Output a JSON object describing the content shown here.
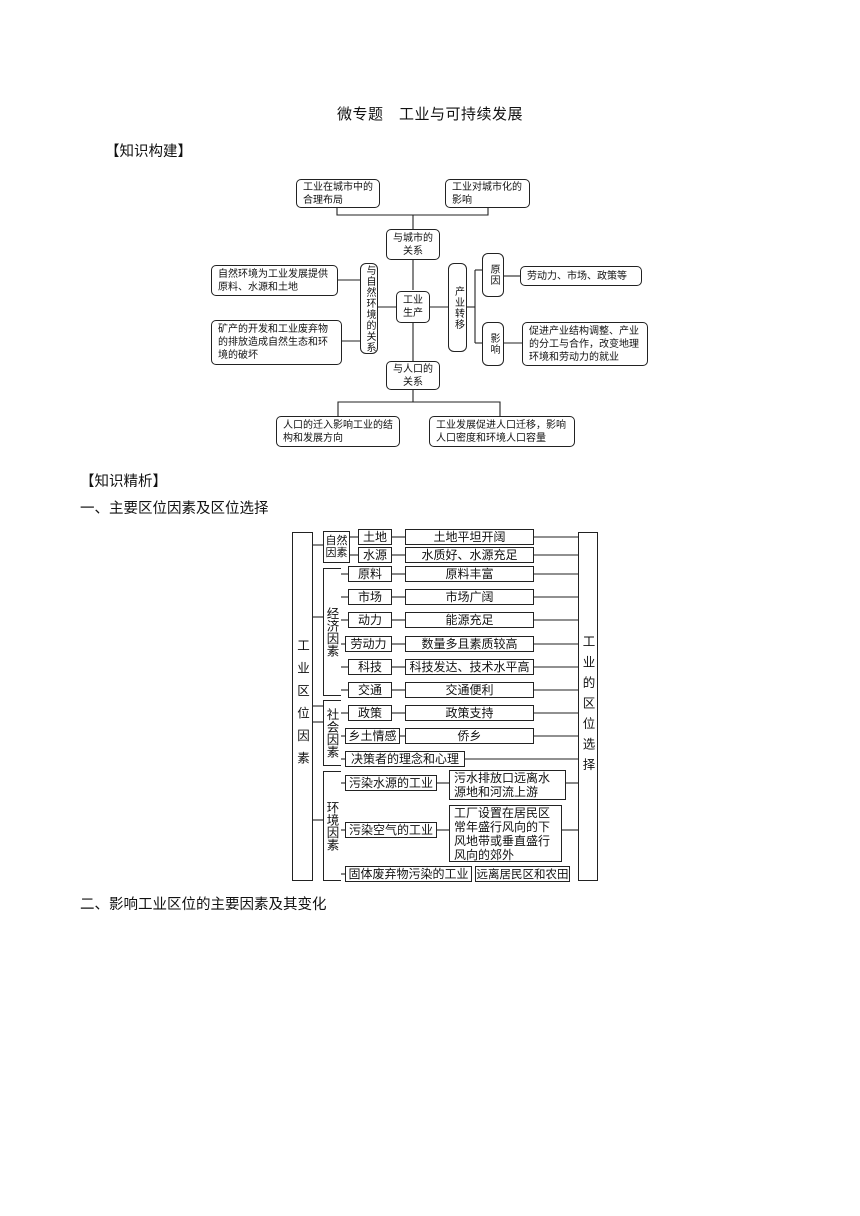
{
  "title": "微专题　工业与可持续发展",
  "section_knowledge_build": "【知识构建】",
  "section_knowledge_analysis": "【知识精析】",
  "heading_1": "一、主要区位因素及区位选择",
  "heading_2": "二、影响工业区位的主要因素及其变化",
  "mindmap": {
    "center": "工业生产",
    "city_relation": "与城市的关系",
    "city_layout": "工业在城市中的合理布局",
    "city_urbanization": "工业对城市化的影响",
    "nature_relation": "与自然环境的关系",
    "nature_supply": "自然环境为工业发展提供原料、水源和土地",
    "nature_damage": "矿产的开发和工业废弃物的排放造成自然生态和环境的破坏",
    "transfer": "产业转移",
    "cause": "原因",
    "cause_detail": "劳动力、市场、政策等",
    "effect": "影响",
    "effect_detail": "促进产业结构调整、产业的分工与合作，改变地理环境和劳动力的就业",
    "population_relation": "与人口的关系",
    "pop_migration": "人口的迁入影响工业的结构和发展方向",
    "pop_density": "工业发展促进人口迁移，影响人口密度和环境人口容量"
  },
  "factors": {
    "left_title": "工业区位因素",
    "right_title": "工业的区位选择",
    "natural_group": "自然因素",
    "land": "土地",
    "land_detail": "土地平坦开阔",
    "water": "水源",
    "water_detail": "水质好、水源充足",
    "economic_group": "经济因素",
    "raw": "原料",
    "raw_detail": "原料丰富",
    "market": "市场",
    "market_detail": "市场广阔",
    "power": "动力",
    "power_detail": "能源充足",
    "labor": "劳动力",
    "labor_detail": "数量多且素质较高",
    "tech": "科技",
    "tech_detail": "科技发达、技术水平高",
    "transport": "交通",
    "transport_detail": "交通便利",
    "social_group": "社会因素",
    "policy": "政策",
    "policy_detail": "政策支持",
    "hometown": "乡土情感",
    "hometown_detail": "侨乡",
    "decision": "决策者的理念和心理",
    "env_group": "环境因素",
    "water_pollution": "污染水源的工业",
    "water_pollution_detail": "污水排放口远离水源地和河流上游",
    "air_pollution": "污染空气的工业",
    "air_pollution_detail": "工厂设置在居民区常年盛行风向的下风地带或垂直盛行风向的郊外",
    "solid_waste": "固体废弃物污染的工业",
    "solid_waste_detail": "远离居民区和农田"
  }
}
